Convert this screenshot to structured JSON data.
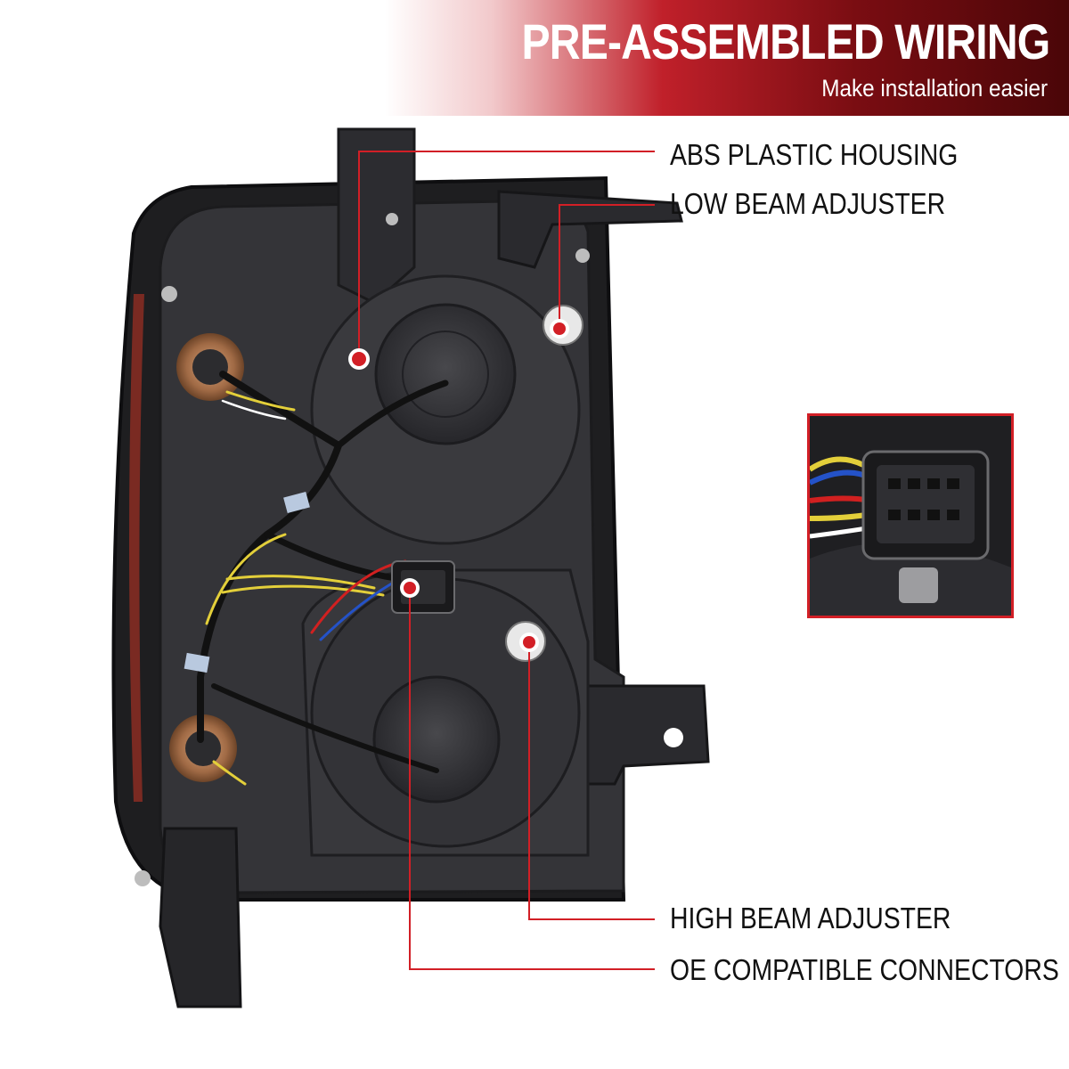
{
  "banner": {
    "title": "PRE-ASSEMBLED WIRING",
    "subtitle": "Make installation easier"
  },
  "callouts": {
    "abs_housing": "ABS PLASTIC HOUSING",
    "low_beam_adjuster": "LOW BEAM ADJUSTER",
    "high_beam_adjuster": "HIGH BEAM ADJUSTER",
    "oe_connectors": "OE COMPATIBLE CONNECTORS"
  },
  "colors": {
    "accent_red": "#d21f26",
    "housing_dark": "#2b2b2e",
    "housing_mid": "#3b3b3f",
    "bulb_socket": "#b07a52"
  }
}
